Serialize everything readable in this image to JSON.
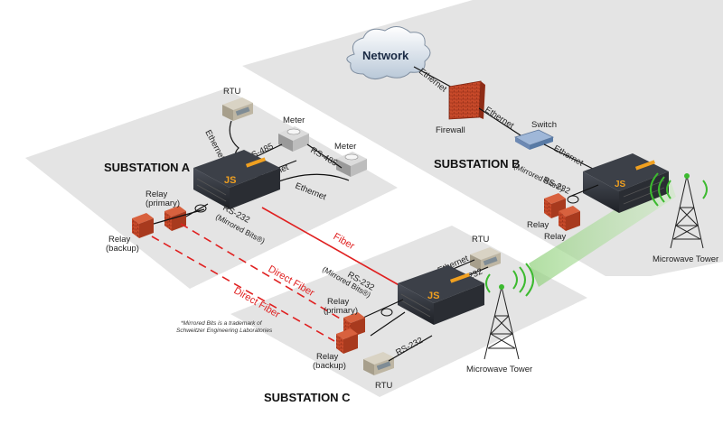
{
  "substations": {
    "a": "SUBSTATION A",
    "b": "SUBSTATION B",
    "c": "SUBSTATION C"
  },
  "devices": {
    "network": "Network",
    "firewall": "Firewall",
    "switch": "Switch",
    "rtu": "RTU",
    "meter": "Meter",
    "relay": "Relay",
    "relay_primary": [
      "Relay",
      "(primary)"
    ],
    "relay_backup": [
      "Relay",
      "(backup)"
    ],
    "microwave_tower": "Microwave Tower",
    "logo": "JS"
  },
  "links": {
    "ethernet": "Ethernet",
    "rs485": "RS-485",
    "rs232": "RS-232",
    "mirrored_bits": "(Mirrored Bits®)",
    "fiber": "Fiber",
    "direct_fiber": "Direct Fiber"
  },
  "note": [
    "*Mirrored Bits is a trademark of",
    "Schweitzer Engineering Laboratories"
  ],
  "colors": {
    "platform": "#e3e3e3",
    "fiber": "#e02020",
    "wireless": "#44bb33",
    "controller": "#2b2f36",
    "logo": "#f0a020"
  }
}
